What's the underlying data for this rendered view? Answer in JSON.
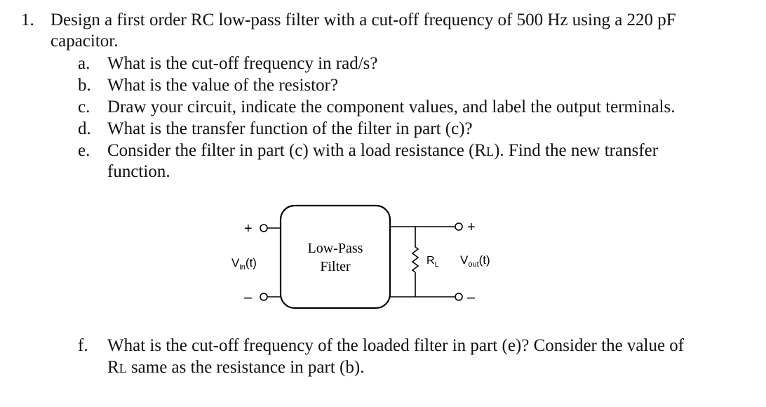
{
  "problem": {
    "number": "1.",
    "line1": "Design a first order RC low-pass filter with a cut-off frequency of 500 Hz using a 220 pF",
    "line2": "capacitor.",
    "parts": [
      {
        "label": "a.",
        "text": "What is the cut-off frequency in rad/s?"
      },
      {
        "label": "b.",
        "text": "What is the value of the resistor?"
      },
      {
        "label": "c.",
        "text": "Draw your circuit, indicate the component values, and label the output terminals."
      },
      {
        "label": "d.",
        "text": "What is the transfer function of the filter in part (c)?"
      }
    ],
    "part_e": {
      "label": "e.",
      "text_before": "Consider the filter in part (c) with a load resistance (R",
      "subscript": "L",
      "text_after": "). Find the new transfer",
      "line2": "function."
    },
    "part_f": {
      "label": "f.",
      "line1": "What is the cut-off frequency of the loaded filter in part (e)? Consider the value of",
      "r_main": "R",
      "r_sub": "L",
      "line2_rest": " same as the resistance in part (b)."
    }
  },
  "diagram": {
    "filter_line1": "Low-Pass",
    "filter_line2": "Filter",
    "in_plus": "+",
    "in_minus": "–",
    "vin_main": "V",
    "vin_sub": "in",
    "vin_tail": "(t)",
    "rl_main": "R",
    "rl_sub": "L",
    "out_plus": "+",
    "out_minus": "–",
    "vout_main": "V",
    "vout_sub": "out",
    "vout_tail": "(t)"
  }
}
